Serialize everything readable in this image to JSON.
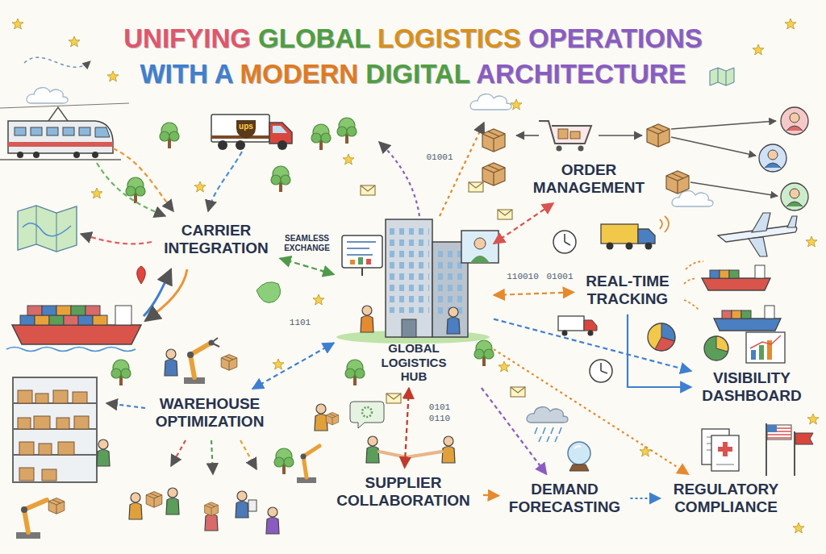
{
  "diagram": {
    "title": "UNIFYING GLOBAL LOGISTICS OPERATIONS WITH A MODERN DIGITAL ARCHITECTURE",
    "nodes": [
      {
        "text": [
          "CARRIER INTEGRATION"
        ]
      },
      {
        "text": [
          "ORDER MANAGEMENT"
        ]
      },
      {
        "text": [
          "REAL-TIME TRACKING"
        ]
      },
      {
        "text": [
          "GLOBAL LOGISTICS HUB"
        ]
      },
      {
        "text": [
          "VISIBILITY DASHBOARD"
        ]
      },
      {
        "text": [
          "WAREHOUSE OPTIMIZATION"
        ]
      },
      {
        "text": [
          "SUPPLIER COLLABORATION"
        ]
      },
      {
        "text": [
          "DEMAND FORECASTING"
        ]
      },
      {
        "text": [
          "REGULATORY COMPLIANCE"
        ]
      }
    ],
    "edges": [
      {
        "from": 3,
        "to": 0,
        "label": "SEAMLESS EXCHANGE",
        "arrow": "both"
      },
      {
        "from": 3,
        "to": 1,
        "arrow": "both"
      },
      {
        "from": 3,
        "to": 2,
        "arrow": "both"
      },
      {
        "from": 3,
        "to": 5,
        "arrow": "both"
      },
      {
        "from": 3,
        "to": 6,
        "arrow": "both"
      },
      {
        "from": 3,
        "to": 7,
        "arrow": "to"
      },
      {
        "from": 3,
        "to": 8,
        "arrow": "to"
      },
      {
        "from": 3,
        "to": 4,
        "arrow": "to"
      },
      {
        "from": 2,
        "to": 4,
        "arrow": "to"
      },
      {
        "from": 6,
        "to": 7,
        "arrow": "to"
      },
      {
        "from": 7,
        "to": 8,
        "arrow": "to"
      }
    ],
    "labels": [
      "ups",
      "01001",
      "110010",
      "01001",
      "1101",
      "0101",
      "0110"
    ]
  }
}
